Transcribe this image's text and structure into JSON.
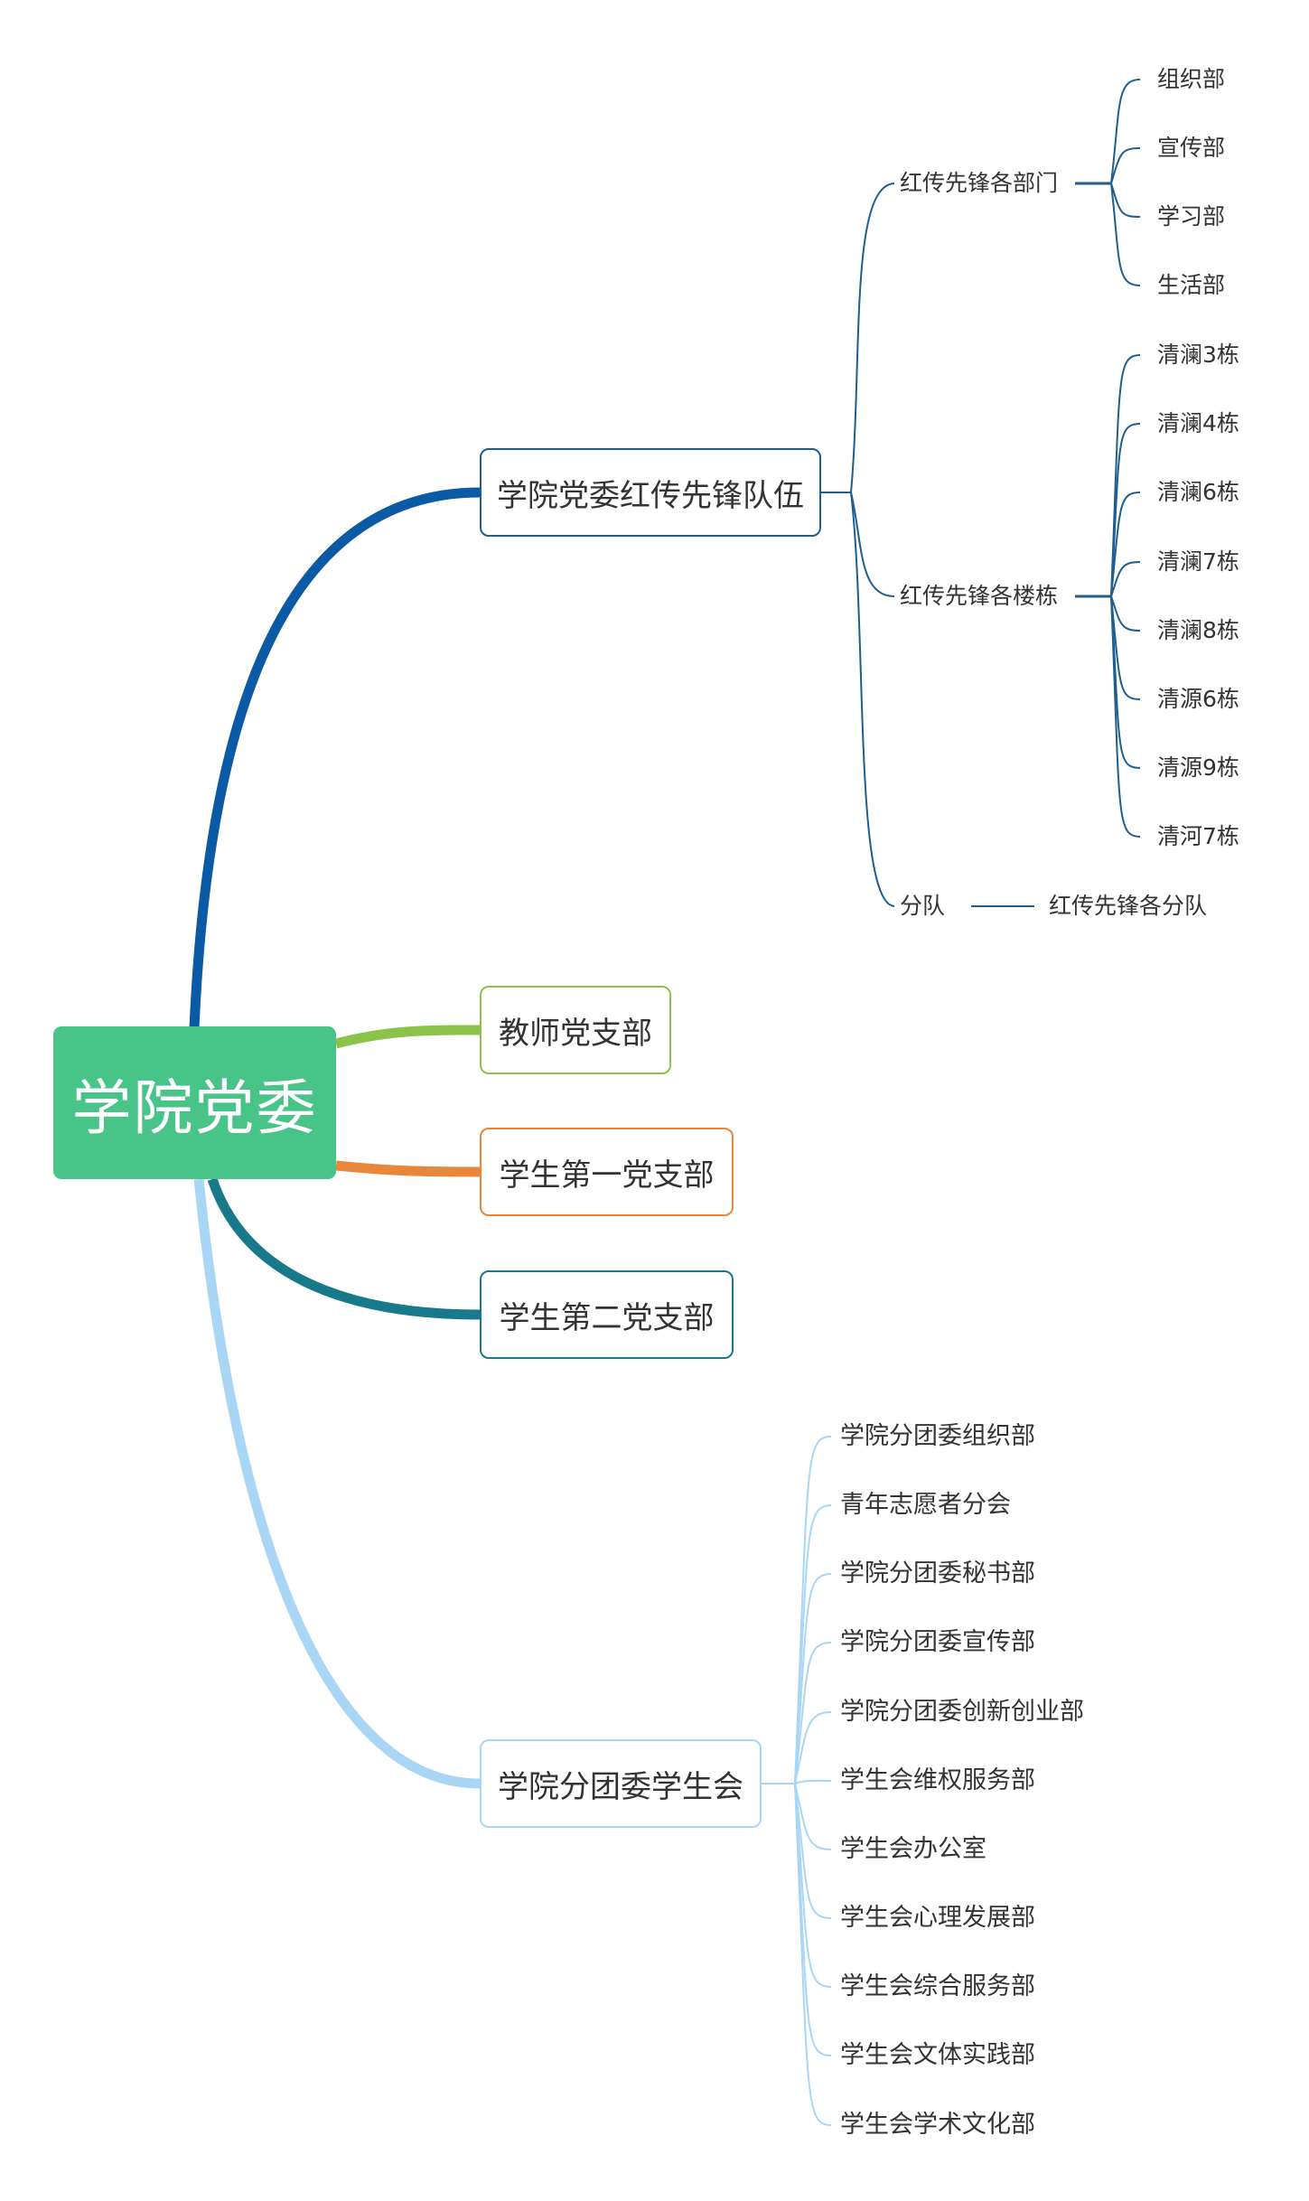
{
  "root": {
    "title": "学院党委"
  },
  "branches": {
    "vanguard": {
      "title": "学院党委红传先锋队伍",
      "departments": {
        "title": "红传先锋各部门",
        "items": [
          "组织部",
          "宣传部",
          "学习部",
          "生活部"
        ]
      },
      "buildings": {
        "title": "红传先锋各楼栋",
        "items": [
          "清澜3栋",
          "清澜4栋",
          "清澜6栋",
          "清澜7栋",
          "清澜8栋",
          "清源6栋",
          "清源9栋",
          "清河7栋"
        ]
      },
      "squads": {
        "title": "分队",
        "child": "红传先锋各分队"
      }
    },
    "teacher": {
      "title": "教师党支部"
    },
    "student_first": {
      "title": "学生第一党支部"
    },
    "student_second": {
      "title": "学生第二党支部"
    },
    "league": {
      "title": "学院分团委学生会",
      "items": [
        "学院分团委组织部",
        "青年志愿者分会",
        "学院分团委秘书部",
        "学院分团委宣传部",
        "学院分团委创新创业部",
        "学生会维权服务部",
        "学生会办公室",
        "学生会心理发展部",
        "学生会综合服务部",
        "学生会文体实践部",
        "学生会学术文化部"
      ]
    }
  },
  "colors": {
    "root": "#49c488",
    "vanguard": "#0b5aa6",
    "teacher": "#8bc34a",
    "student_first": "#e8863a",
    "student_second": "#17798a",
    "league": "#a9d6f5",
    "thin_line": "#1f5e8e"
  }
}
